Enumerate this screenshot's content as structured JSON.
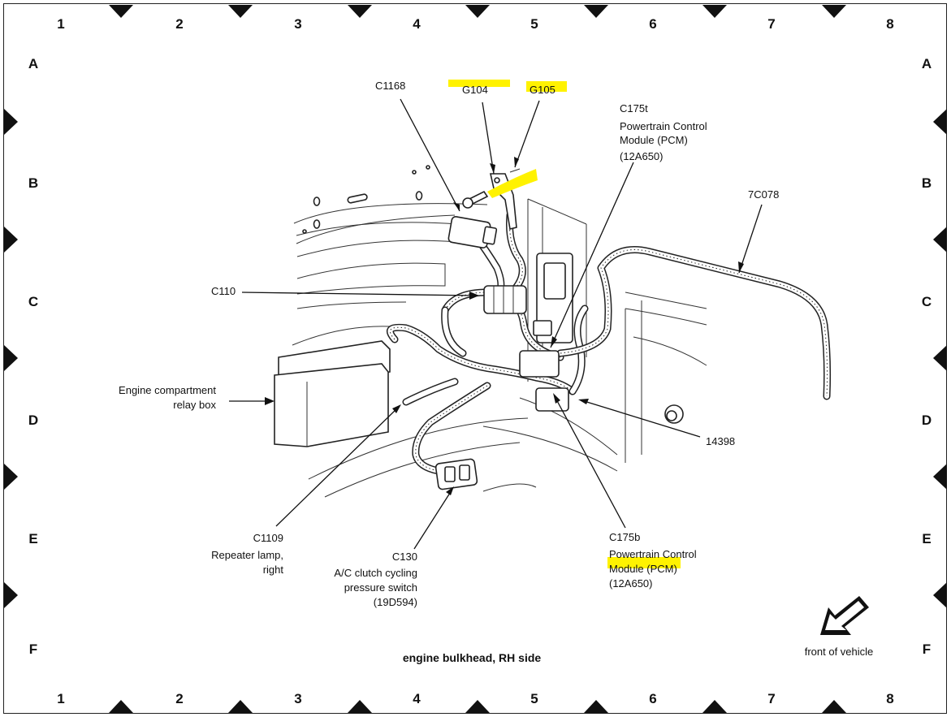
{
  "grid": {
    "columns": [
      "1",
      "2",
      "3",
      "4",
      "5",
      "6",
      "7",
      "8"
    ],
    "rows": [
      "A",
      "B",
      "C",
      "D",
      "E",
      "F"
    ]
  },
  "caption": "engine bulkhead, RH side",
  "orientation": "front of vehicle",
  "highlight_color": "#fff200",
  "callouts": {
    "c1168": "C1168",
    "g104": "G104",
    "g105": "G105",
    "c175t": [
      "C175t",
      "Powertrain Control",
      "Module (PCM)",
      "(12A650)"
    ],
    "c7c078": "7C078",
    "c110": "C110",
    "relay_box": [
      "Engine compartment",
      "relay box"
    ],
    "c14398": "14398",
    "c1109": [
      "C1109",
      "Repeater lamp,",
      "right"
    ],
    "c130": [
      "C130",
      "A/C clutch cycling",
      "pressure switch",
      "(19D594)"
    ],
    "c175b": [
      "C175b",
      "Powertrain Control",
      "Module (PCM)",
      "(12A650)"
    ]
  }
}
